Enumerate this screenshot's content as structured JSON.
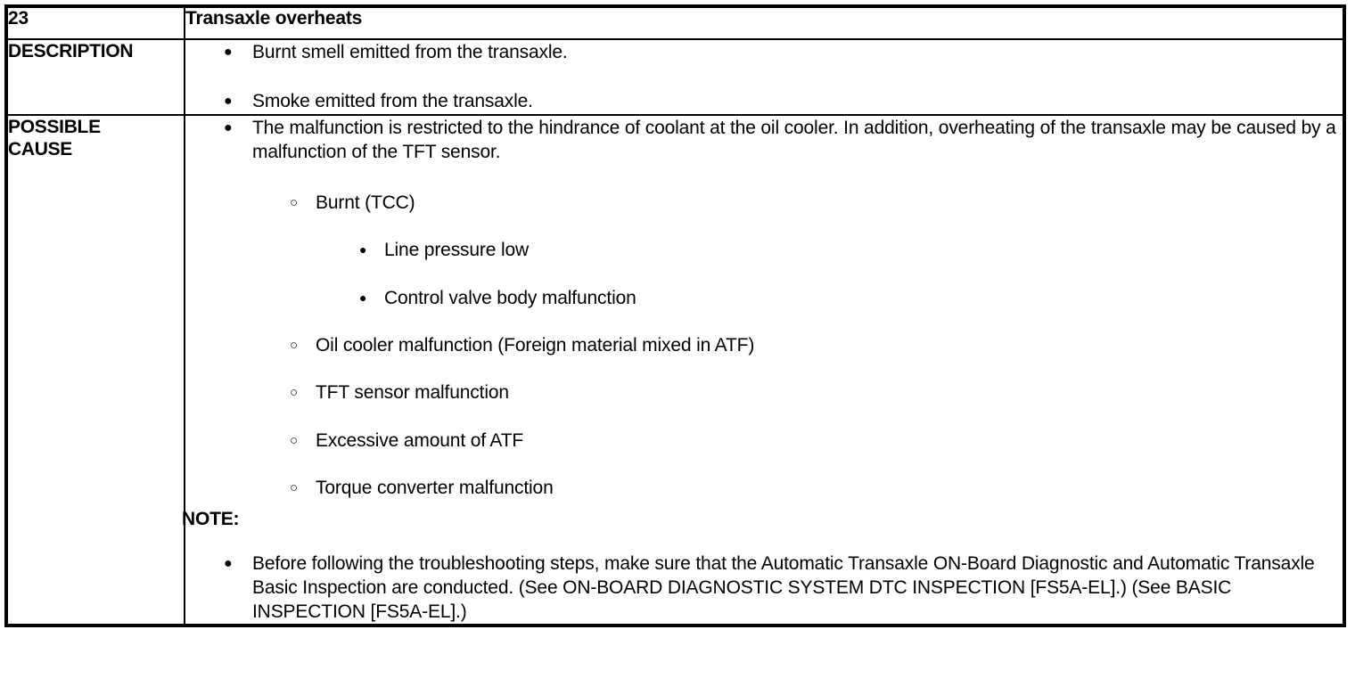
{
  "document": {
    "type": "service-manual-troubleshooting-table",
    "symptom_number": "23",
    "symptom_title": "Transaxle overheats",
    "markers": {
      "disc": "●",
      "circle": "○",
      "small_disc": "●"
    },
    "rows": [
      {
        "label": "DESCRIPTION",
        "items": [
          {
            "level": 1,
            "marker": "disc",
            "text": "Burnt smell emitted from the transaxle."
          },
          {
            "level": 1,
            "marker": "disc",
            "text": "Smoke emitted from the transaxle."
          }
        ]
      },
      {
        "label": "POSSIBLE CAUSE",
        "label_line1": "POSSIBLE",
        "label_line2": "CAUSE",
        "items": [
          {
            "level": 1,
            "marker": "disc",
            "text": "The malfunction is restricted to the hindrance of coolant at the oil cooler. In addition, overheating of the transaxle may be caused by a malfunction of the TFT sensor."
          },
          {
            "level": 2,
            "marker": "circle",
            "text": "Burnt (TCC)"
          },
          {
            "level": 3,
            "marker": "small_disc",
            "text": "Line pressure low"
          },
          {
            "level": 3,
            "marker": "small_disc",
            "text": "Control valve body malfunction"
          },
          {
            "level": 2,
            "marker": "circle",
            "text": "Oil cooler malfunction (Foreign material mixed in ATF)"
          },
          {
            "level": 2,
            "marker": "circle",
            "text": "TFT sensor malfunction"
          },
          {
            "level": 2,
            "marker": "circle",
            "text": "Excessive amount of ATF"
          },
          {
            "level": 2,
            "marker": "circle",
            "text": "Torque converter malfunction"
          }
        ],
        "note": {
          "heading": "NOTE:",
          "items": [
            {
              "level": 1,
              "marker": "disc",
              "text": "Before following the troubleshooting steps, make sure that the Automatic Transaxle ON-Board Diagnostic and Automatic Transaxle Basic Inspection are conducted. (See ON-BOARD DIAGNOSTIC SYSTEM DTC INSPECTION [FS5A-EL].) (See BASIC INSPECTION [FS5A-EL].)"
            }
          ]
        }
      }
    ]
  }
}
